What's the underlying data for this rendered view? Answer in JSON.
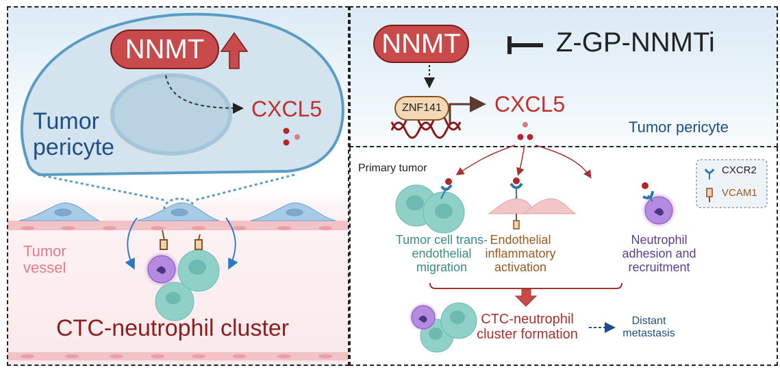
{
  "left_panel": {
    "nnmt_label": "NNMT",
    "cxcl5_label": "CXCL5",
    "cell_label_line1": "Tumor",
    "cell_label_line2": "pericyte",
    "vessel_label_line1": "Tumor",
    "vessel_label_line2": "vessel",
    "cluster_label": "CTC-neutrophil cluster"
  },
  "top_right_panel": {
    "nnmt_label": "NNMT",
    "inhibitor_label": "Z-GP-NNMTi",
    "tf_label": "ZNF141",
    "cxcl5_label": "CXCL5",
    "cell_label": "Tumor pericyte"
  },
  "bottom_right_panel": {
    "region_label": "Primary tumor",
    "legend": [
      {
        "icon": "cxcr2-receptor-icon",
        "label": "CXCR2",
        "color": "#2a78a8"
      },
      {
        "icon": "vcam1-icon",
        "label": "VCAM1",
        "color": "#9a5a1e"
      }
    ],
    "effects": [
      {
        "lines": [
          "Tumor cell trans-",
          "endothelial",
          "migration"
        ],
        "color": "#3a8a84"
      },
      {
        "lines": [
          "Endothelial",
          "inflammatory",
          "activation"
        ],
        "color": "#9a5a1e"
      },
      {
        "lines": [
          "Neutrophil",
          "adhesion and",
          "recruitment"
        ],
        "color": "#5b3f8f"
      }
    ],
    "outcome_line1": "CTC-neutrophil",
    "outcome_line2": "cluster formation",
    "metastasis_line1": "Distant",
    "metastasis_line2": "metastasis"
  },
  "colors": {
    "nnmt_red": "#c94a4a",
    "cxcl5_red": "#c0302e",
    "pericyte_blue": "#1f4f86",
    "cluster_dark_red": "#8b1e1e",
    "vessel_pink": "#e57c84"
  }
}
